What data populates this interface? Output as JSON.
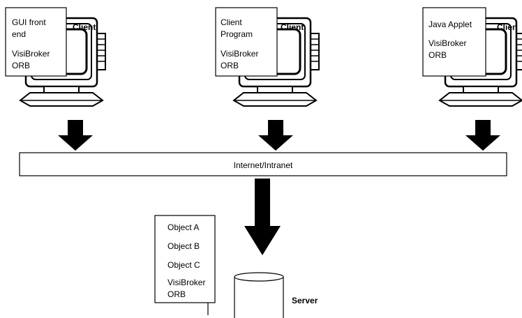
{
  "clients": [
    {
      "label": "Client",
      "card_lines_top": [
        "GUI front",
        "end"
      ],
      "card_lines_bottom": [
        "VisiBroker",
        "ORB"
      ]
    },
    {
      "label": "Client",
      "card_lines_top": [
        "Client",
        "Program"
      ],
      "card_lines_bottom": [
        "VisiBroker",
        "ORB"
      ]
    },
    {
      "label": "Clien",
      "card_lines_top": [
        "Java Applet"
      ],
      "card_lines_bottom": [
        "VisiBroker",
        "ORB"
      ]
    }
  ],
  "network": {
    "label": "Internet/Intranet"
  },
  "server": {
    "label": "Server",
    "objects": [
      "Object A",
      "Object B",
      "Object C"
    ],
    "orb_lines": [
      "VisiBroker",
      "ORB"
    ]
  },
  "icons": [
    "monitor-icon",
    "down-arrow-icon",
    "database-cylinder-icon"
  ]
}
